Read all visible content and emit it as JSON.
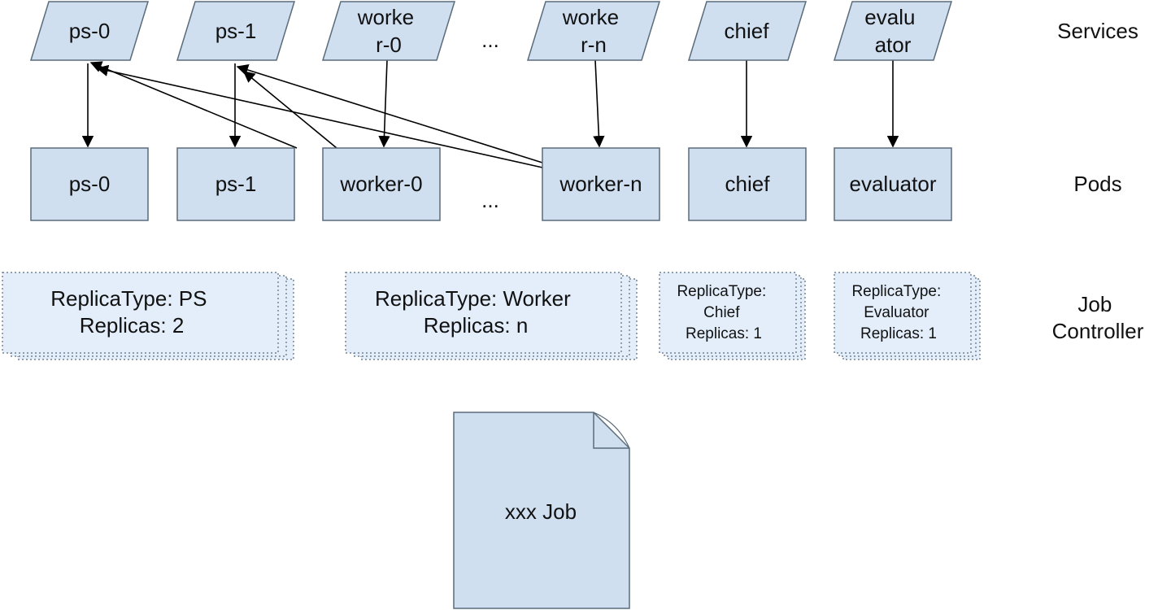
{
  "rows": {
    "services": "Services",
    "pods": "Pods",
    "controller_line1": "Job",
    "controller_line2": "Controller"
  },
  "colors": {
    "node_fill": "#cfdff0",
    "stack_fill": "#e3eefa",
    "border": "#5a6b7a",
    "edge": "#000000"
  },
  "services": {
    "ps0": [
      "ps-0"
    ],
    "ps1": [
      "ps-1"
    ],
    "worker0": [
      "worke",
      "r-0"
    ],
    "workern": [
      "worke",
      "r-n"
    ],
    "chief": [
      "chief"
    ],
    "evaluator": [
      "evalu",
      "ator"
    ],
    "ellipsis": "..."
  },
  "pods": {
    "ps0": "ps-0",
    "ps1": "ps-1",
    "worker0": "worker-0",
    "workern": "worker-n",
    "chief": "chief",
    "evaluator": "evaluator",
    "ellipsis": "..."
  },
  "controllers": {
    "ps": [
      "ReplicaType: PS",
      "Replicas: 2"
    ],
    "worker": [
      "ReplicaType: Worker",
      "Replicas: n"
    ],
    "chief": [
      "ReplicaType:",
      "Chief",
      "Replicas: 1"
    ],
    "evaluator": [
      "ReplicaType:",
      "Evaluator",
      "Replicas: 1"
    ]
  },
  "job": {
    "label": "xxx Job"
  },
  "edges": [
    {
      "from": "svc-worker0",
      "to": "pod-worker0"
    },
    {
      "from": "svc-workern",
      "to": "pod-workern"
    },
    {
      "from": "svc-chief",
      "to": "pod-chief"
    },
    {
      "from": "svc-evaluator",
      "to": "pod-evaluator"
    },
    {
      "from": "svc-ps0",
      "to": "pod-ps0"
    },
    {
      "from": "svc-ps1",
      "to": "pod-ps1"
    },
    {
      "from": "pod-worker0",
      "to": "svc-ps0"
    },
    {
      "from": "pod-worker0",
      "to": "svc-ps1"
    },
    {
      "from": "pod-workern",
      "to": "svc-ps0"
    },
    {
      "from": "pod-workern",
      "to": "svc-ps1"
    }
  ]
}
